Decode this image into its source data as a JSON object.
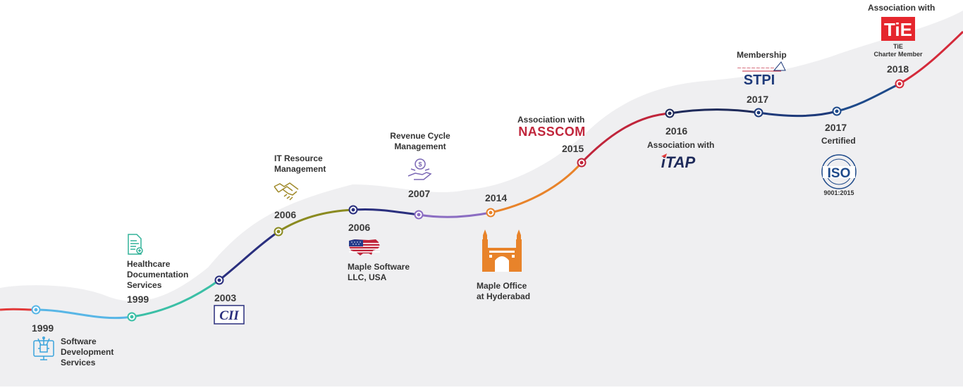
{
  "milestones": [
    {
      "year": "1999",
      "label_lines": [
        "Software",
        "Development",
        "Services"
      ],
      "icon": "computer-chip-icon",
      "color": "#58b6e6"
    },
    {
      "year": "1999",
      "label_lines": [
        "Healthcare",
        "Documentation",
        "Services"
      ],
      "icon": "document-icon",
      "color": "#3bbfa6"
    },
    {
      "year": "2003",
      "logo_text": "CII",
      "color": "#2a2f7e"
    },
    {
      "year": "2006",
      "label_lines": [
        "IT Resource",
        "Management"
      ],
      "icon": "handshake-icon",
      "color": "#8a8a20"
    },
    {
      "year": "2006",
      "label_lines": [
        "Maple Software",
        "LLC, USA"
      ],
      "icon": "usa-map-icon",
      "color": "#2a2f7e"
    },
    {
      "year": "2007",
      "label_lines": [
        "Revenue Cycle",
        "Management"
      ],
      "icon": "money-hand-icon",
      "color": "#8b6dc2"
    },
    {
      "year": "2014",
      "label_lines": [
        "Maple Office",
        "at Hyderabad"
      ],
      "icon": "charminar-icon",
      "color": "#e8832a"
    },
    {
      "year": "2015",
      "label": "Association with",
      "logo_text": "NASSCOM",
      "color": "#c0253b"
    },
    {
      "year": "2016",
      "label": "Association with",
      "logo_text": "iTAP",
      "color": "#1e2a5a"
    },
    {
      "year": "2017",
      "label": "Membership",
      "logo_text": "STPI",
      "color": "#1e3a7a"
    },
    {
      "year": "2017",
      "label": "Certified",
      "logo_text": "ISO",
      "logo_sub": "9001:2015",
      "color": "#1e4a8a"
    },
    {
      "year": "2018",
      "label": "Association with",
      "logo_text": "TiE",
      "logo_caption": [
        "TiE",
        "Charter Member"
      ],
      "color": "#d42a3a"
    }
  ],
  "colors": {
    "band": "#efeff1",
    "icon_blue": "#3aa4dc",
    "icon_teal": "#34b39a",
    "icon_gold": "#a08a2a",
    "icon_purple": "#7b68b5",
    "orange": "#e8832a",
    "nasscom_red": "#c0253b",
    "navy": "#1e3a7a",
    "tie_red": "#e5262d"
  }
}
